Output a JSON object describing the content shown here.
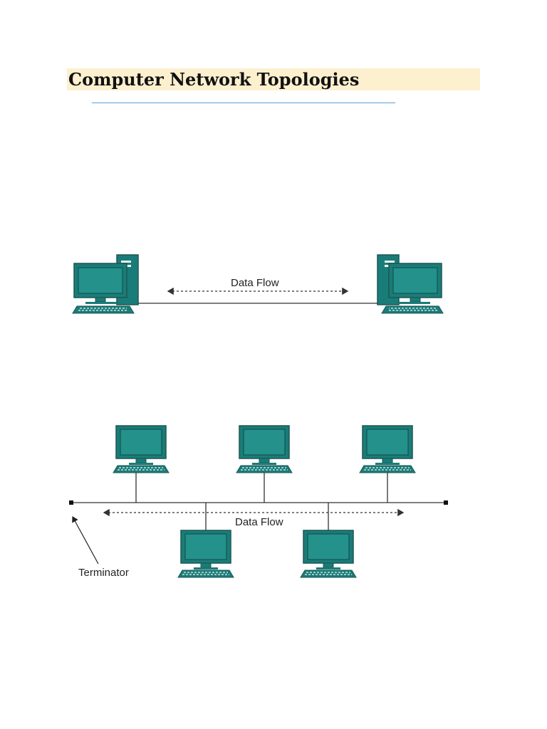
{
  "heading": {
    "title": "Computer Network Topologies"
  },
  "point_to_point": {
    "flow_label": "Data Flow"
  },
  "bus": {
    "flow_label": "Data Flow",
    "terminator_label": "Terminator"
  },
  "colors": {
    "title_highlight": "#fdf0cf",
    "rule": "#5b9bd5",
    "computer_teal": "#1a7c78",
    "computer_dark": "#1d5653",
    "line": "#333333"
  },
  "icons": [
    "desktop-tower-computer-icon",
    "desktop-monitor-computer-icon"
  ]
}
